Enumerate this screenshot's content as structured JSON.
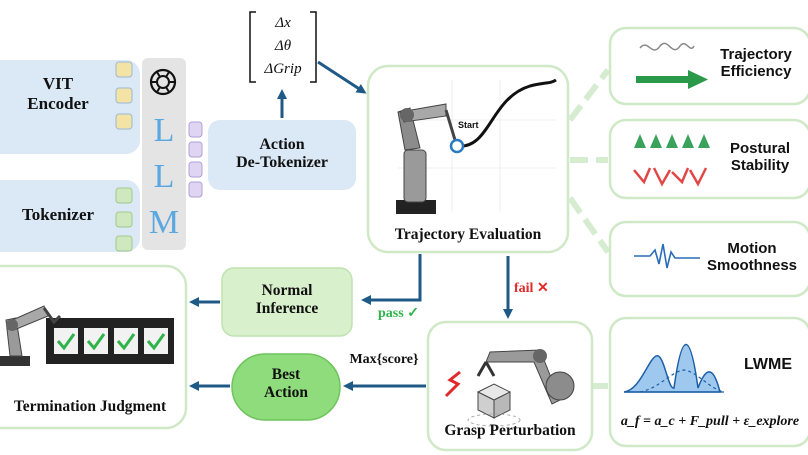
{
  "encoder": {
    "vit": [
      "VIT",
      "Encoder"
    ],
    "tokenizer": "Tokenizer"
  },
  "llm": {
    "letters": [
      "L",
      "L",
      "M"
    ]
  },
  "detokenizer": [
    "Action",
    "De-Tokenizer"
  ],
  "action_vector": [
    "Δx",
    "Δθ",
    "ΔGrip"
  ],
  "trajectory": {
    "title": "Trajectory Evaluation",
    "start_label": "Start"
  },
  "normal_inference": [
    "Normal",
    "Inference"
  ],
  "pass_label": "pass",
  "fail_label": "fail",
  "best_action": [
    "Best",
    "Action"
  ],
  "max_score": "Max{score}",
  "grasp": {
    "title": "Grasp Perturbation"
  },
  "termination": {
    "title": "Termination Judgment"
  },
  "metrics": {
    "efficiency": [
      "Trajectory",
      "Efficiency"
    ],
    "stability": [
      "Postural",
      "Stability"
    ],
    "smoothness": [
      "Motion",
      "Smoothness"
    ]
  },
  "lwme": {
    "title": "LWME",
    "formula": "a_f = a_c + F_pull + ε_explore"
  },
  "colors": {
    "arrow": "#1f5a87",
    "box_blue": "#dbe9f6",
    "box_green": "#d9f0cc",
    "button_green": "#8fdc7c",
    "panel_border": "#cfe8c6",
    "pass_green": "#2fb34a",
    "fail_red": "#e02b2b",
    "efficiency_arrow": "#2a9a4a",
    "lwme_blue": "#1d5fa6"
  }
}
